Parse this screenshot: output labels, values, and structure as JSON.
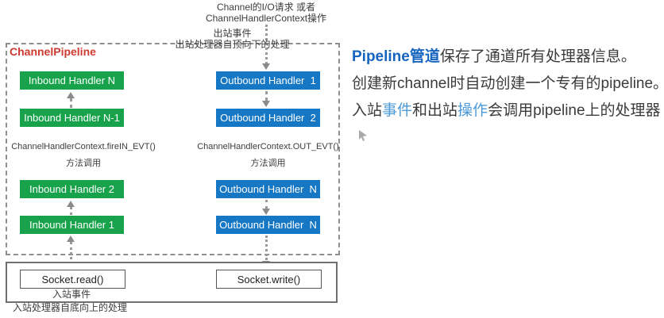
{
  "colors": {
    "inbound_green": "#17A24B",
    "outbound_blue": "#1677C4",
    "pipeline_title_red": "#CF3A30",
    "note_lead_blue": "#1565C0",
    "note_highlight_blue": "#4D9AD8",
    "arrow_gray": "#8A8A8A"
  },
  "top": {
    "io_line1": "Channel的I/O请求 或者",
    "io_line2": "ChannelHandlerContext操作",
    "outbound_event": "出站事件",
    "outbound_flow": "出站处理器自顶向下的处理"
  },
  "pipeline": {
    "title": "ChannelPipeline",
    "handlers": [
      {
        "label": "Inbound Handler N",
        "type": "inbound"
      },
      {
        "label": "Inbound Handler N-1",
        "type": "inbound"
      },
      {
        "label": "Outbound Handler  1",
        "type": "outbound"
      },
      {
        "label": "Outbound Handler  2",
        "type": "outbound"
      },
      {
        "label": "Inbound Handler 2",
        "type": "inbound"
      },
      {
        "label": "Inbound Handler 1",
        "type": "inbound"
      },
      {
        "label": "Outbound Handler  N",
        "type": "outbound"
      },
      {
        "label": "Outbound Handler  N",
        "type": "outbound"
      }
    ],
    "inbound_call_line1": "ChannelHandlerContext.fireIN_EVT()",
    "inbound_call_line2": "方法调用",
    "outbound_call_line1": "ChannelHandlerContext.OUT_EVT()",
    "outbound_call_line2": "方法调用"
  },
  "socket": {
    "read_label": "Socket.read()",
    "write_label": "Socket.write()",
    "inbound_event": "入站事件",
    "inbound_flow": "入站处理器自底向上的处理"
  },
  "notes": {
    "line1_lead": "Pipeline管道",
    "line1_rest": "保存了通道所有处理器信息。",
    "line2": "创建新channel时自动创建一个专有的pipeline。",
    "line3_seg1": "入站",
    "line3_hl1": "事件",
    "line3_seg2": "和出站",
    "line3_hl2": "操作",
    "line3_seg3": "会调用pipeline上的处理器"
  }
}
